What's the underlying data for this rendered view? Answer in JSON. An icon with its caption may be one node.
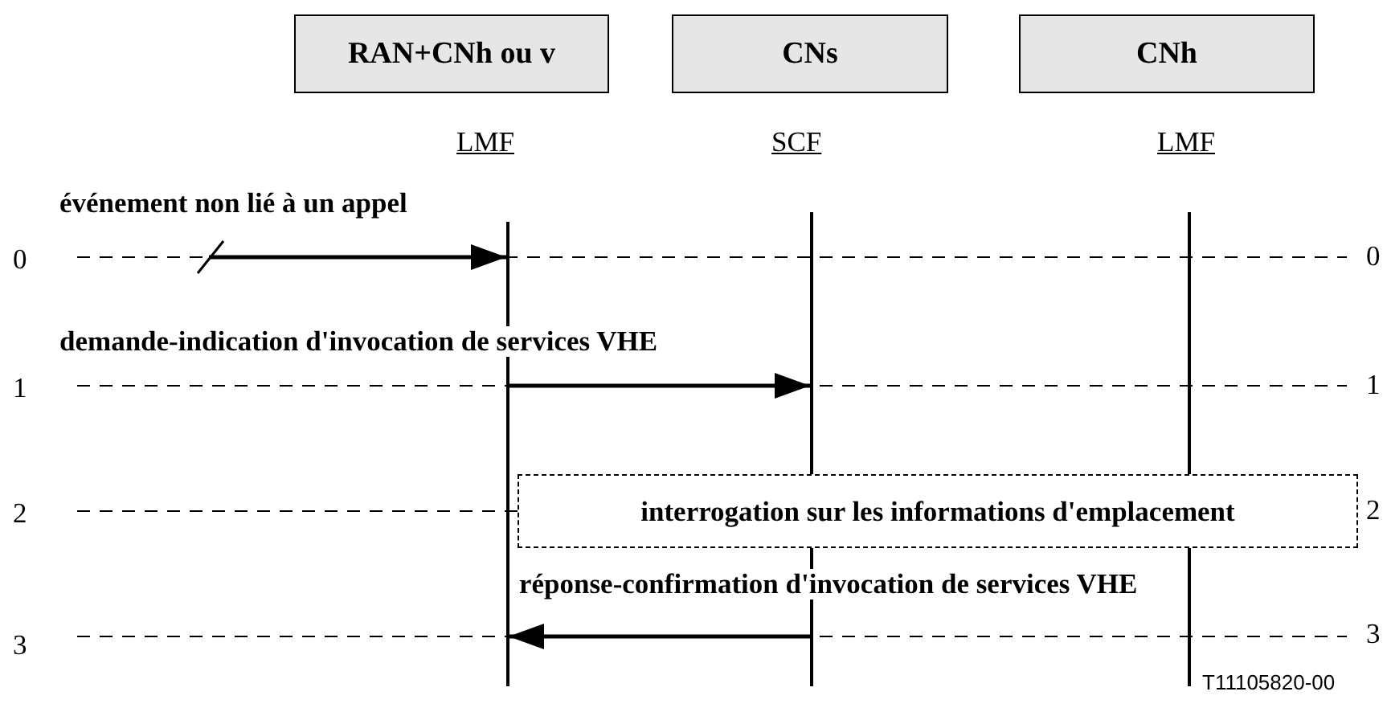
{
  "diagram": {
    "nodes": [
      {
        "text": [
          "RAN+CNh ou v"
        ]
      },
      {
        "text": [
          "CNs"
        ]
      },
      {
        "text": [
          "CNh"
        ]
      },
      {
        "text": [],
        "shape": "bar"
      },
      {
        "text": [],
        "shape": "bar"
      },
      {
        "text": [],
        "shape": "bar"
      },
      {
        "text": [
          "interrogation sur les informations d'emplacement"
        ]
      }
    ],
    "edges": [
      {
        "from": null,
        "to": 3,
        "arrow": "to",
        "label": "événement non lié à un appel"
      },
      {
        "from": 3,
        "to": 4,
        "arrow": "to",
        "label": "demande-indication d'invocation de services VHE"
      },
      {
        "from": 4,
        "to": 3,
        "arrow": "to",
        "label": "réponse-confirmation d'invocation de services VHE"
      }
    ],
    "labels": [
      "LMF",
      "SCF",
      "LMF",
      "0",
      "0",
      "1",
      "1",
      "2",
      "2",
      "3",
      "3",
      "T11105820-00"
    ]
  }
}
